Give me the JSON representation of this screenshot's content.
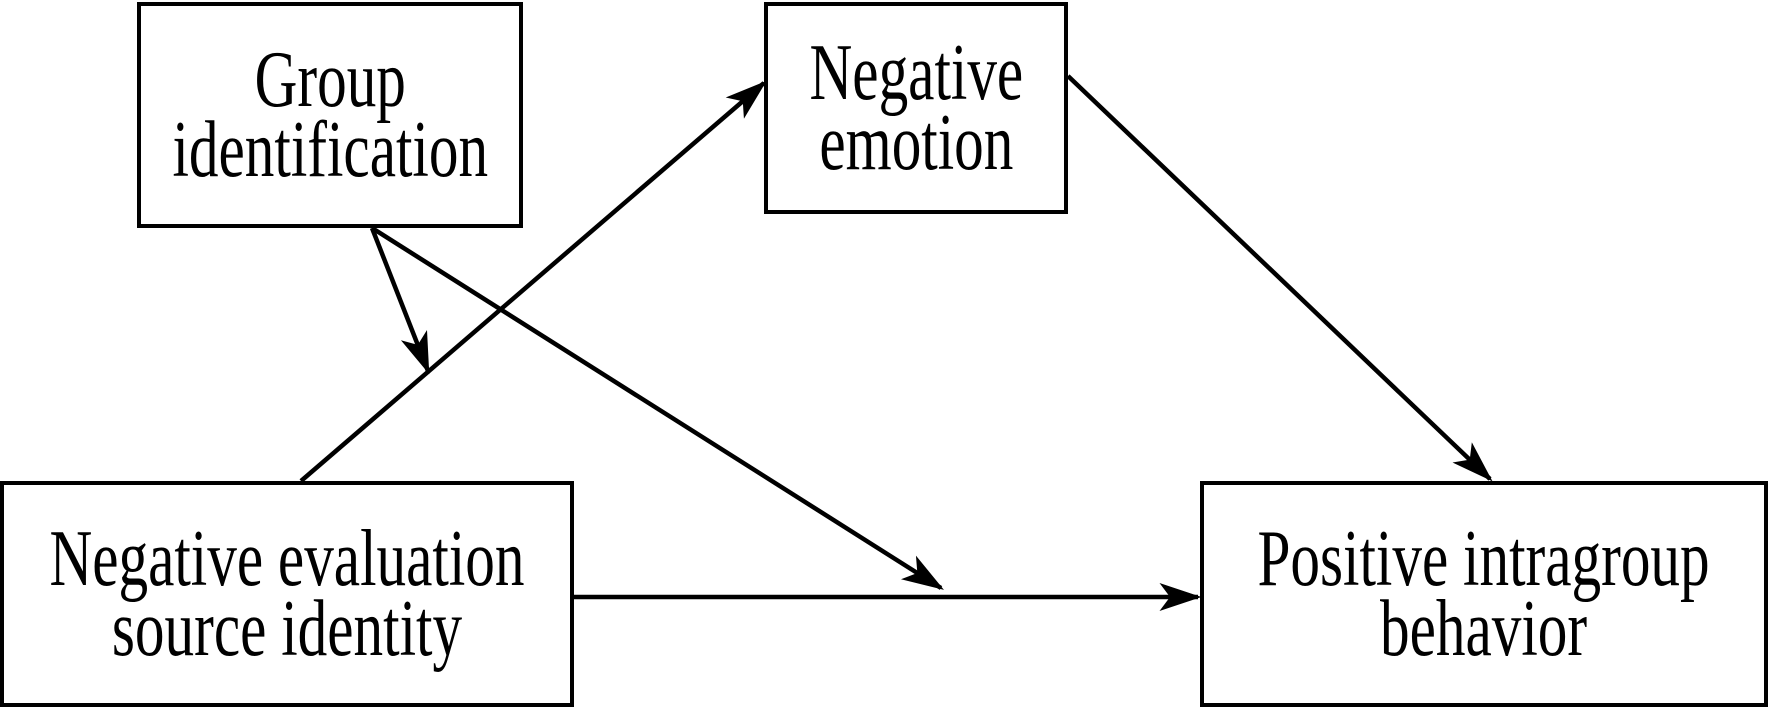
{
  "diagram": {
    "type": "path-model",
    "colors": {
      "background": "#ffffff",
      "line": "#000000",
      "text": "#000000"
    },
    "nodes": [
      {
        "id": "group-identification",
        "line1": "Group",
        "line2": "identification"
      },
      {
        "id": "negative-emotion",
        "line1": "Negative",
        "line2": "emotion"
      },
      {
        "id": "negative-evaluation-source-identity",
        "line1": "Negative evaluation",
        "line2": "source identity"
      },
      {
        "id": "positive-intragroup-behavior",
        "line1": "Positive intragroup",
        "line2": "behavior"
      }
    ],
    "edges": [
      {
        "from": "negative-evaluation-source-identity",
        "to": "negative-emotion",
        "type": "direct-arrow"
      },
      {
        "from": "negative-emotion",
        "to": "positive-intragroup-behavior",
        "type": "direct-arrow"
      },
      {
        "from": "negative-evaluation-source-identity",
        "to": "positive-intragroup-behavior",
        "type": "direct-arrow"
      },
      {
        "from": "group-identification",
        "to": "path(negative-evaluation-source-identity -> negative-emotion)",
        "type": "moderation-arrow"
      },
      {
        "from": "group-identification",
        "to": "path(negative-evaluation-source-identity -> positive-intragroup-behavior)",
        "type": "moderation-arrow"
      }
    ]
  }
}
